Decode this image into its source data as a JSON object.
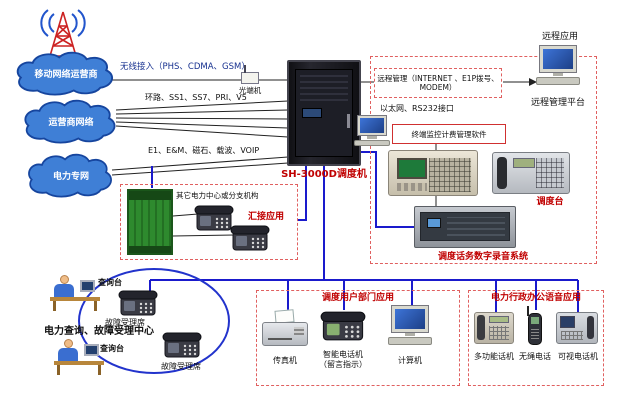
{
  "colors": {
    "red_text": "#c00000",
    "line_blue": "#1a1acc",
    "cloud_fill": "#3f7fd6",
    "dash_red": "#e06060",
    "pbx_green": "#2e8a2e"
  },
  "clouds": {
    "mobile": "移动网络运营商",
    "carrier": "运营商网络",
    "power": "电力专网"
  },
  "switch_label": "SH-3000D调度机",
  "access": {
    "wireless": "无线接入（PHS、CDMA、GSM）",
    "wireless_device": "光端机",
    "carrier_trunks": "环路、SS1、SS7、PRI、V5",
    "power_trunks": "E1、E&M、磁石、载波、VOIP"
  },
  "remote": {
    "app": "远程应用",
    "management": "远程管理（INTERNET 、E1P拨号、MODEM）",
    "platform": "远程管理平台",
    "ethernet": "以太网、RS232接口",
    "terminal_software": "终端监控计费管理软件",
    "dispatch_console": "调度台",
    "recording_system": "调度话务数字录音系统"
  },
  "tandem": {
    "org": "其它电力中心或分支机构",
    "label": "汇接应用"
  },
  "callcenter": {
    "title": "电力查询、故障受理中心",
    "query_desk": "查询台",
    "query_desk_2": "查询台",
    "fault_seat": "故障受理席",
    "fault_seat_2": "故障受理席"
  },
  "dept": {
    "title": "调度用户部门应用",
    "fax": "传真机",
    "smart_phone": "智能电话机",
    "smart_phone_note": "（留言指示）",
    "computer": "计算机"
  },
  "office": {
    "title": "电力行政办公语音应用",
    "multi_phone": "多功能话机",
    "cordless": "无绳电话",
    "video_phone": "可视电话机"
  }
}
